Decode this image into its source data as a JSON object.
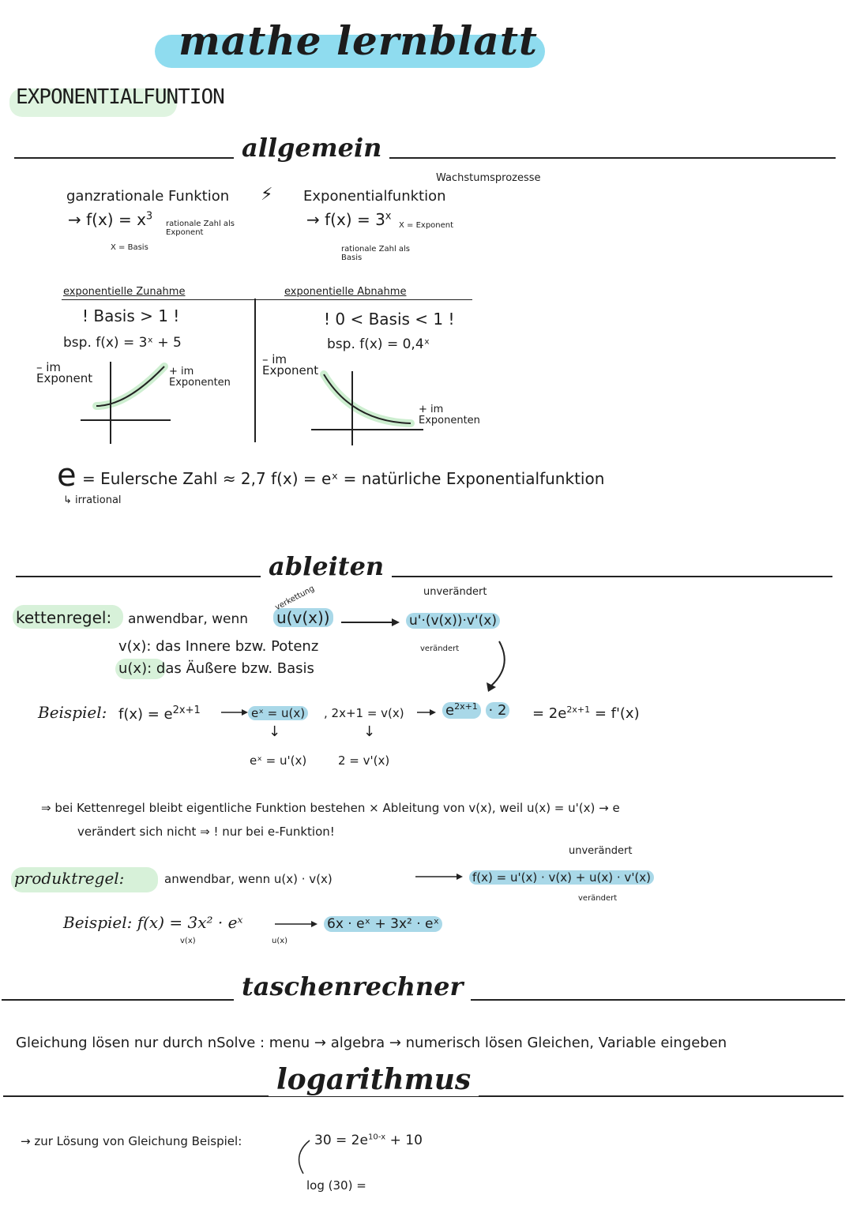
{
  "title": "mathe lernblatt",
  "topic": "EXPONENTIALFUNTION",
  "sections": {
    "allgemein": "allgemein",
    "ableiten": "ableiten",
    "taschenrechner": "taschenrechner",
    "logarithmus": "logarithmus"
  },
  "allgemein": {
    "left": {
      "heading": "ganzrationale Funktion",
      "formula": "→ f(x) = x",
      "exponent": "3",
      "note_exp": "rationale Zahl als Exponent",
      "note_base": "X = Basis"
    },
    "lightning": "⚡",
    "right": {
      "heading": "Exponentialfunktion",
      "formula": "→ f(x) = 3",
      "exponent": "x",
      "note_exp": "X = Exponent",
      "note_base": "rationale Zahl als Basis",
      "growth": "Wachstumsprozesse"
    },
    "zunahme": {
      "heading": "exponentielle Zunahme",
      "condition": "! Basis > 1 !",
      "example": "bsp. f(x) = 3ˣ + 5",
      "minus_note": "– im Exponent",
      "plus_note": "+ im Exponenten"
    },
    "abnahme": {
      "heading": "exponentielle Abnahme",
      "condition": "! 0 < Basis < 1 !",
      "example": "bsp. f(x) = 0,4ˣ",
      "minus_note": "– im Exponent",
      "plus_note": "+ im Exponenten"
    },
    "euler": {
      "symbol": "e",
      "text": "= Eulersche Zahl ≈ 2,7    f(x) = eˣ = natürliche Exponentialfunktion",
      "irrational": "↳ irrational"
    }
  },
  "ableiten": {
    "kettenregel_label": "kettenregel:",
    "kettenregel_text": "anwendbar, wenn",
    "kettenregel_expr": "u(v(x))",
    "verkettung": "verkettung",
    "result": "u'·(v(x))·v'(x)",
    "unveraendert": "unverändert",
    "veraendert": "verändert",
    "vx_def": "v(x): das Innere bzw. Potenz",
    "ux_def": "u(x): das Äußere bzw. Basis",
    "beispiel_label": "Beispiel:",
    "beispiel_f": "f(x) = e",
    "beispiel_f_exp": "2x+1",
    "step_u": "eˣ = u(x)",
    "step_v": ", 2x+1 = v(x)",
    "step_result_base": "e",
    "step_result_exp": "2x+1",
    "step_result_mult": "· 2",
    "step_final": "= 2e",
    "step_final_exp": "2x+1",
    "step_final_tail": "= f'(x)",
    "deriv_u": "eˣ = u'(x)",
    "deriv_v": "2 = v'(x)",
    "arrow_down": "↓",
    "note_line1": "bei Kettenregel bleibt eigentliche Funktion bestehen × Ableitung von v(x), weil u(x) = u'(x) → e",
    "note_line2": "verändert sich nicht ⇒ ! nur bei e-Funktion!",
    "produktregel_label": "produktregel:",
    "produktregel_text": "anwendbar, wenn u(x) · v(x)",
    "produkt_result": "f(x) = u'(x) · v(x) + u(x) · v'(x)",
    "produkt_unveraendert": "unverändert",
    "produkt_veraendert": "verändert",
    "produkt_beispiel": "Beispiel: f(x) = 3x² · eˣ",
    "produkt_vx": "v(x)",
    "produkt_ux": "u(x)",
    "produkt_result_ex": "6x · eˣ + 3x² · eˣ"
  },
  "taschenrechner": {
    "text": "Gleichung lösen nur durch nSolve : menu → algebra → numerisch lösen Gleichen, Variable eingeben"
  },
  "logarithmus": {
    "intro": "→ zur Lösung von Gleichung  Beispiel:",
    "equation": "30 = 2e",
    "equation_exp": "10-x",
    "equation_tail": "+ 10",
    "log_step": "log (30) ="
  }
}
